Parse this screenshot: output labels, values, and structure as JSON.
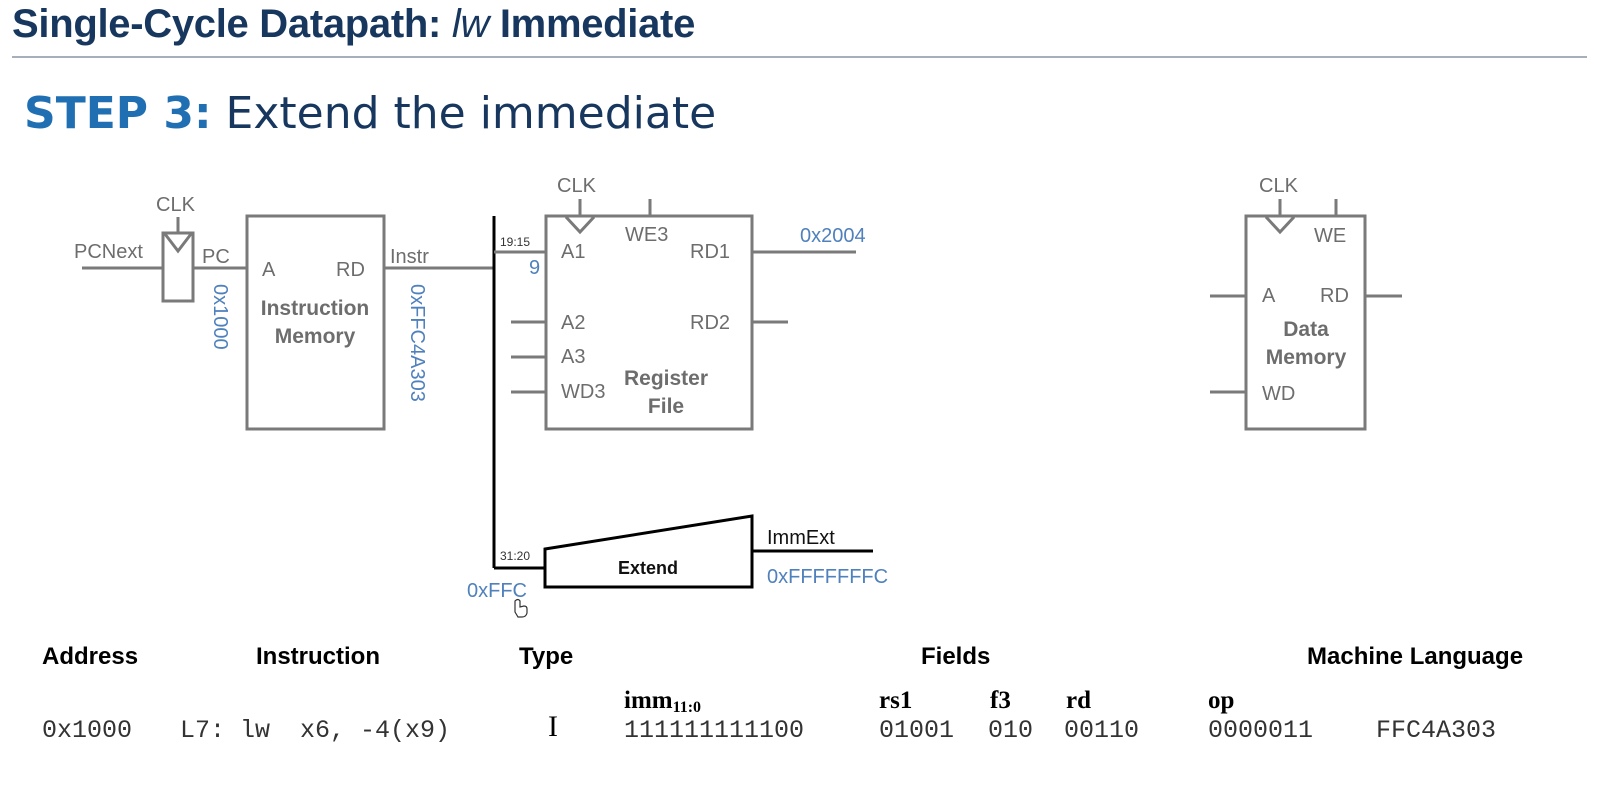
{
  "title": {
    "main": "Single-Cycle Datapath: ",
    "instr": "lw",
    "rest": " Immediate"
  },
  "step": {
    "label": "STEP 3:",
    "text": " Extend the immediate"
  },
  "diagram": {
    "clk": "CLK",
    "pc_next": "PCNext",
    "pc": "PC",
    "pc_value": "0x1000",
    "imem": {
      "a": "A",
      "rd": "RD",
      "name_line1": "Instruction",
      "name_line2": "Memory"
    },
    "instr": "Instr",
    "instr_value": "0xFFC4A303",
    "regfile": {
      "bits_a1": "19:15",
      "a1_value": "9",
      "a1": "A1",
      "we3": "WE3",
      "rd1": "RD1",
      "rd1_value": "0x2004",
      "a2": "A2",
      "rd2": "RD2",
      "a3": "A3",
      "wd3": "WD3",
      "name_line1": "Register",
      "name_line2": "File"
    },
    "extend": {
      "bits": "31:20",
      "input_value": "0xFFC",
      "label": "Extend",
      "output": "ImmExt",
      "output_value": "0xFFFFFFFC"
    },
    "dmem": {
      "we": "WE",
      "a": "A",
      "rd": "RD",
      "wd": "WD",
      "name_line1": "Data",
      "name_line2": "Memory"
    }
  },
  "table": {
    "headers": {
      "address": "Address",
      "instruction": "Instruction",
      "type": "Type",
      "fields": "Fields",
      "machine": "Machine Language"
    },
    "field_names": {
      "imm_main": "imm",
      "imm_sub": "11:0",
      "rs1": "rs1",
      "f3": "f3",
      "rd": "rd",
      "op": "op"
    },
    "row": {
      "address": "0x1000",
      "instruction": "L7: lw  x6, -4(x9)",
      "type": "I",
      "imm": "111111111100",
      "rs1": "01001",
      "f3": "010",
      "rd": "00110",
      "op": "0000011",
      "machine": "FFC4A303"
    }
  },
  "colors": {
    "title": "#17375e",
    "step_accent": "#1f6fb2",
    "value_blue": "#4f81bd",
    "wire_gray": "#7a7a7a"
  }
}
